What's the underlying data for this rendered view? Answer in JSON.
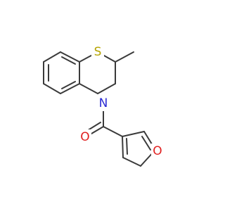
{
  "molecule": {
    "atoms": {
      "sulfur": {
        "symbol": "S",
        "color": "#b5a400"
      },
      "nitrogen": {
        "symbol": "N",
        "color": "#2a2ad4"
      },
      "carbonyl_oxygen": {
        "symbol": "O",
        "color": "#e02020"
      },
      "furan_oxygen": {
        "symbol": "O",
        "color": "#e02020"
      }
    },
    "bond_color": "#3a3a3a",
    "background": "#ffffff"
  }
}
